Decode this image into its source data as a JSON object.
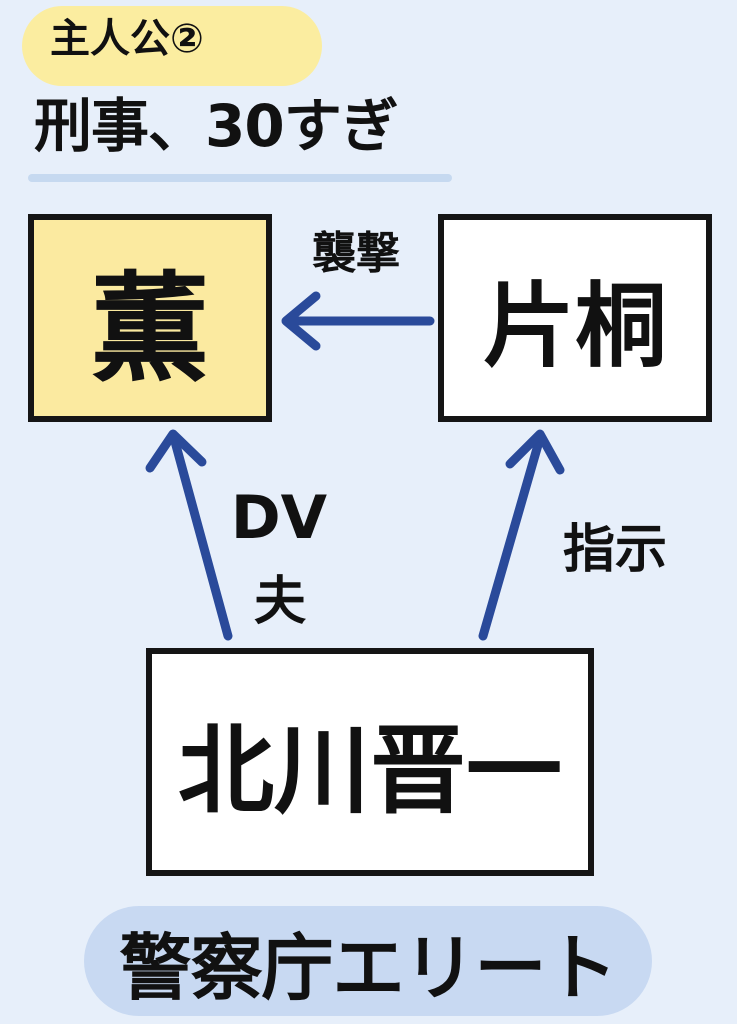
{
  "header": {
    "badge": "主人公②",
    "subtitle": "刑事、30すぎ"
  },
  "nodes": {
    "kaoru": "薫",
    "katagiri": "片桐",
    "kitagawa": "北川晋一"
  },
  "edges": {
    "attack": "襲撃",
    "dv": "DV",
    "husband": "夫",
    "instruct": "指示"
  },
  "footer": {
    "label": "警察庁エリート"
  },
  "colors": {
    "background": "#e7effa",
    "badge": "#fbeda0",
    "highlight_box": "#fbeaa0",
    "arrow": "#2a4a9a",
    "footer_pill": "#c8d9f2"
  }
}
